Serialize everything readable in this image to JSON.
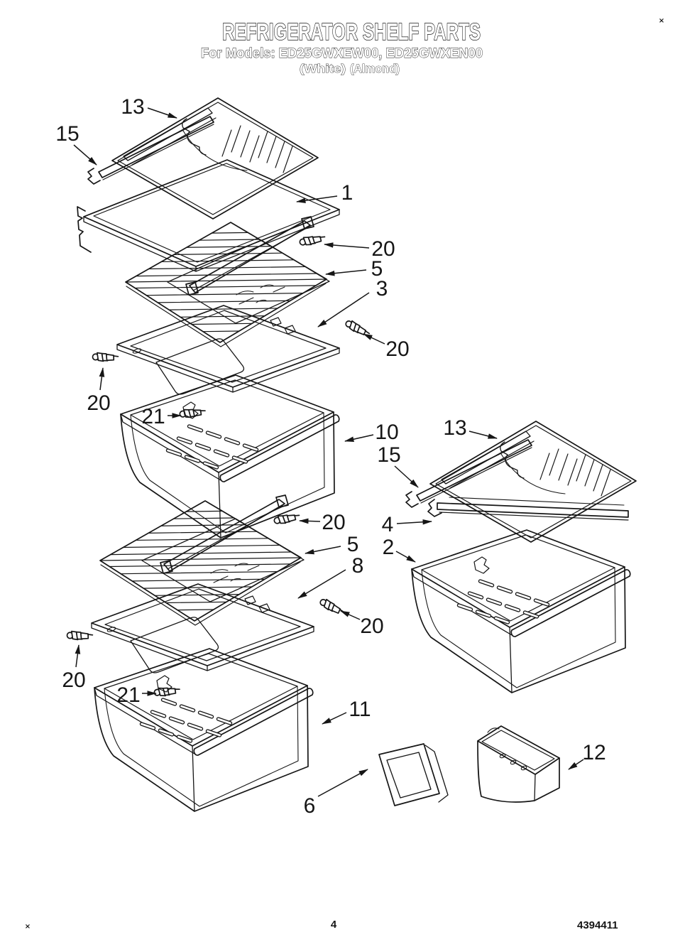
{
  "header": {
    "title": "REFRIGERATOR SHELF PARTS",
    "models_line": "For Models: ED25GWXEW00, ED25GWXEN00",
    "finish_left": "(White)",
    "finish_right": "(Almond)"
  },
  "footer": {
    "page_number": "4",
    "document_number": "4394411"
  },
  "marks": {
    "top_right": "×",
    "bottom_left": "×"
  },
  "callouts": [
    {
      "label": "13"
    },
    {
      "label": "15"
    },
    {
      "label": "1"
    },
    {
      "label": "20"
    },
    {
      "label": "5"
    },
    {
      "label": "3"
    },
    {
      "label": "20"
    },
    {
      "label": "20"
    },
    {
      "label": "21"
    },
    {
      "label": "10"
    },
    {
      "label": "13"
    },
    {
      "label": "15"
    },
    {
      "label": "4"
    },
    {
      "label": "2"
    },
    {
      "label": "20"
    },
    {
      "label": "5"
    },
    {
      "label": "8"
    },
    {
      "label": "20"
    },
    {
      "label": "20"
    },
    {
      "label": "21"
    },
    {
      "label": "11"
    },
    {
      "label": "6"
    },
    {
      "label": "12"
    }
  ],
  "ink_color": "#161616",
  "paper_color": "#ffffff"
}
